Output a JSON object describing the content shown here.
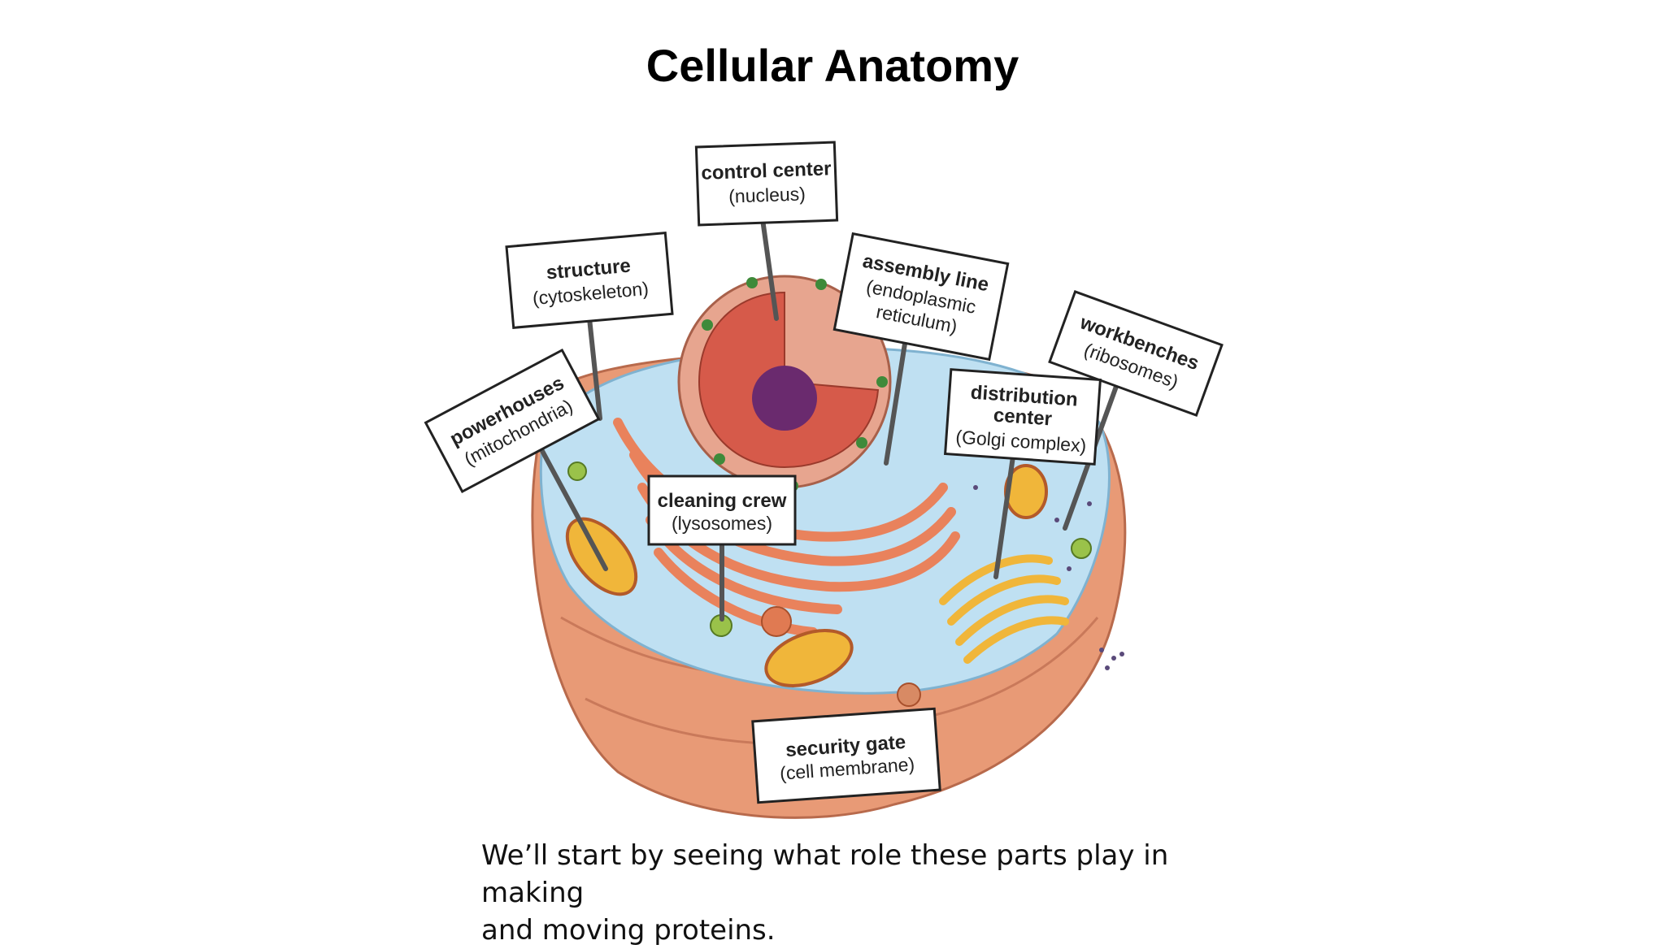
{
  "slide": {
    "title": "Cellular Anatomy",
    "caption_line1": "We’ll start by seeing what role these parts play in making",
    "caption_line2": "and moving proteins."
  },
  "labels": {
    "nucleus": {
      "title": "control center",
      "sub": "(nucleus)"
    },
    "cytoskeleton": {
      "title": "structure",
      "sub": "(cytoskeleton)"
    },
    "er": {
      "title": "assembly line",
      "sub1": "(endoplasmic",
      "sub2": "reticulum)"
    },
    "ribosomes": {
      "title": "workbenches",
      "sub": "(ribosomes)"
    },
    "mitochondria": {
      "title": "powerhouses",
      "sub": "(mitochondria)"
    },
    "golgi": {
      "title1": "distribution",
      "title2": "center",
      "sub": "(Golgi complex)"
    },
    "lysosomes": {
      "title": "cleaning crew",
      "sub": "(lysosomes)"
    },
    "membrane": {
      "title": "security gate",
      "sub": "(cell membrane)"
    }
  },
  "colors": {
    "membrane": "#e8a07c",
    "cytoplasm": "#bfe0f2",
    "nucleus_outer": "#e7a58f",
    "nucleus_inner": "#d65a4a",
    "nucleolus": "#6a2a6e",
    "er": "#e9825c",
    "mitochondria": "#f0b63a",
    "lysosome": "#9ac24a"
  }
}
